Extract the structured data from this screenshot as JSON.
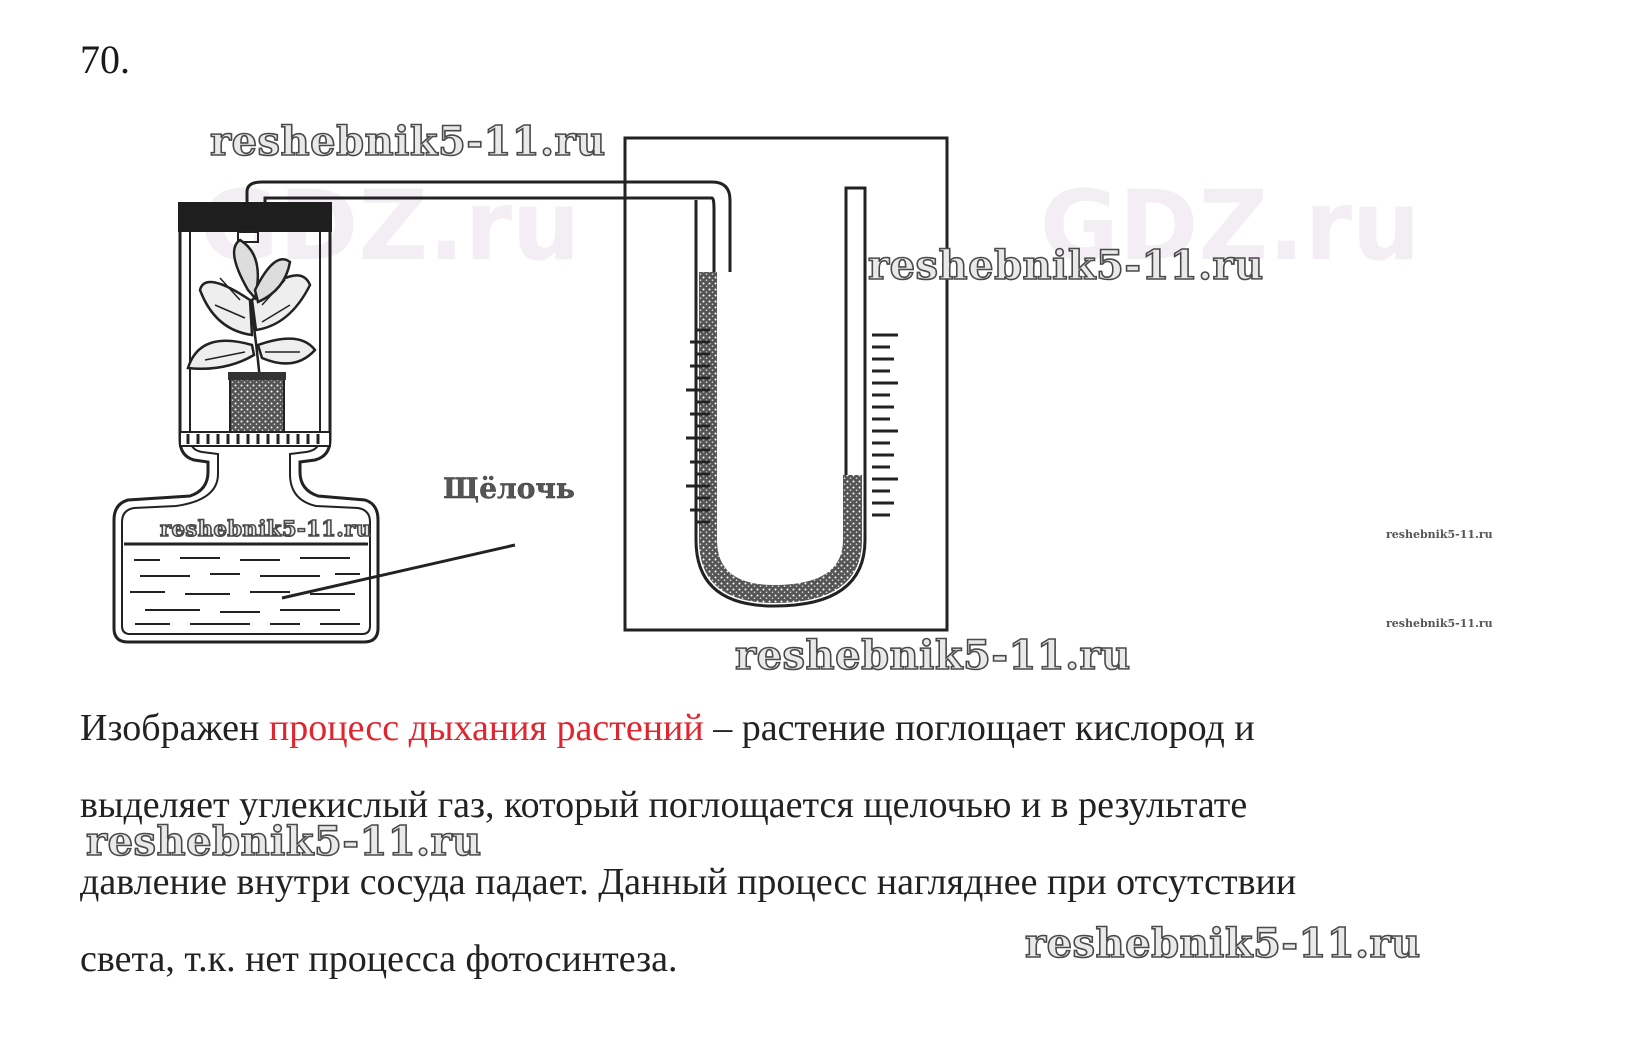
{
  "problem_number": "70.",
  "diagram": {
    "label": "Щёлочь"
  },
  "text": {
    "line1_before": "Изображен ",
    "line1_highlight": "процесс дыхания растений",
    "line1_after": " – растение поглощает кислород и",
    "line2": "выделяет углекислый газ, который поглощается щелочью и в результате",
    "line3": "давление внутри сосуда падает. Данный процесс нагляднее при отсутствии",
    "line4": "света, т.к. нет процесса фотосинтеза.",
    "highlight_color": "#e0252e"
  },
  "watermarks": {
    "main": "reshebnik5-11.ru",
    "ghost": "GDZ.ru"
  }
}
